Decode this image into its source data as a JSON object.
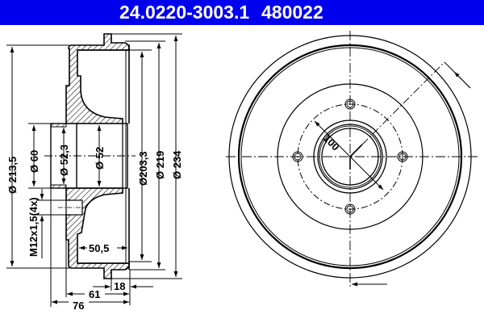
{
  "header": {
    "part_number": "24.0220-3003.1",
    "ref_number": "480022",
    "background": "#0000ee",
    "text_color": "#ffffff"
  },
  "section_view": {
    "dim_213_5": "Ø 213,5",
    "dim_60": "Ø 60",
    "dim_52_3": "Ø 52,3",
    "dim_52": "Ø 52",
    "dim_203_3": "Ø203,3",
    "dim_219": "Ø 219",
    "dim_234": "Ø 234",
    "dim_thread": "M12x1,5(4x)",
    "dim_50_5": "50,5",
    "dim_18": "18",
    "dim_61": "61",
    "dim_76": "76"
  },
  "front_view": {
    "bolt_circle_dim": "100",
    "bolt_holes": 4
  }
}
